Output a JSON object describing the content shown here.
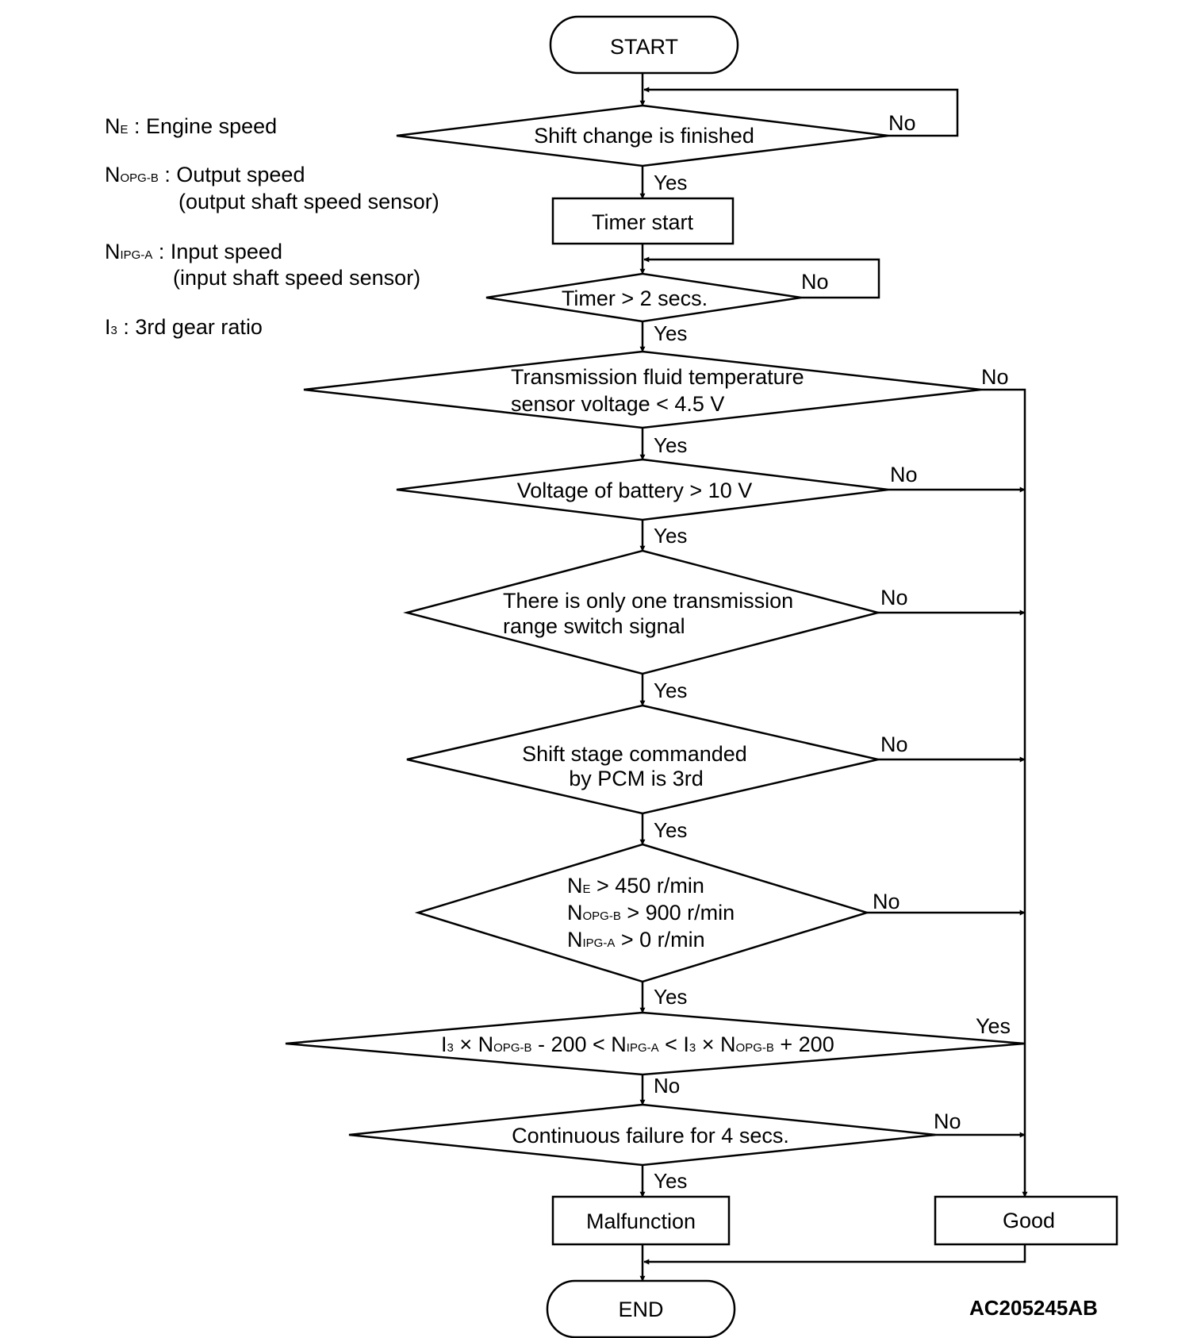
{
  "legend": [
    {
      "sym": "N",
      "sub": "E",
      "text": " : Engine speed"
    },
    {
      "sym": "N",
      "sub": "OPG-B",
      "text": " : Output speed",
      "text2": "(output shaft speed sensor)"
    },
    {
      "sym": "N",
      "sub": "IPG-A",
      "text": " : Input speed",
      "text2": "(input shaft speed sensor)"
    },
    {
      "sym": "I",
      "sub": "3",
      "text": " : 3rd gear ratio"
    }
  ],
  "nodes": {
    "start": "START",
    "d1": "Shift change is finished",
    "timer_start": "Timer start",
    "d2": "Timer > 2 secs.",
    "d3_line1": "Transmission fluid temperature",
    "d3_line2": "sensor voltage < 4.5 V",
    "d4": "Voltage of battery > 10 V",
    "d5_line1": "There is only one transmission",
    "d5_line2": "range switch signal",
    "d6_line1": "Shift stage commanded",
    "d6_line2": "by PCM is 3rd",
    "d7_l1": {
      "a": "N",
      "s": "E",
      "b": " > 450 r/min"
    },
    "d7_l2": {
      "a": "N",
      "s": "OPG-B",
      "b": " > 900 r/min"
    },
    "d7_l3": {
      "a": "N",
      "s": "IPG-A",
      "b": " > 0 r/min"
    },
    "d8": {
      "p1": "I",
      "s1": "3",
      "p2": " × N",
      "s2": "OPG-B",
      "p3": " - 200 < N",
      "s3": "IPG-A",
      "p4": " < I",
      "s4": "3",
      "p5": " × N",
      "s5": "OPG-B",
      "p6": " + 200"
    },
    "d9": "Continuous failure for 4 secs.",
    "malfunction": "Malfunction",
    "good": "Good",
    "end": "END"
  },
  "labels": {
    "yes": "Yes",
    "no": "No"
  },
  "figure_id": "AC205245AB"
}
